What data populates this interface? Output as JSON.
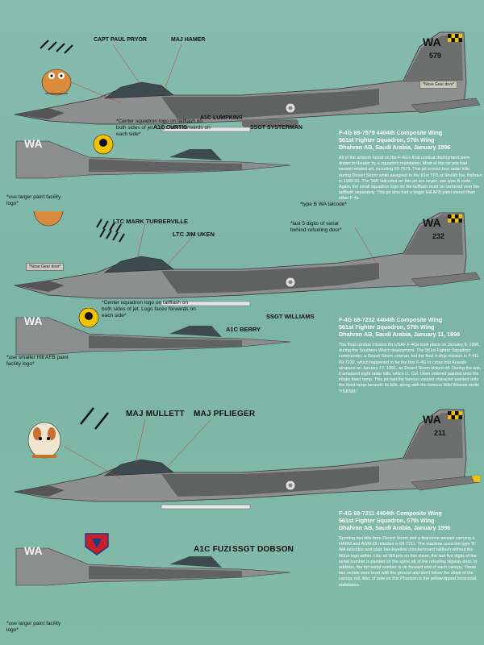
{
  "crews": {
    "jet1": {
      "pilot": "CAPT PAUL PRYOR",
      "wso": "MAJ HAMER",
      "crew1": "A1C CURTIS",
      "crew2": "A1C LUMPKINS",
      "crew3": "SSGT SYSTERMAN"
    },
    "jet2": {
      "pilot": "LTC MARK TURBERVILLE",
      "wso": "LTC JIM UKEN",
      "crew1": "A1C BERRY",
      "crew2": "SSGT WILLIAMS"
    },
    "jet3": {
      "pilot": "MAJ MULLETT",
      "wso": "MAJ PFLIEGER",
      "crew1": "A1C FUZI",
      "crew2": "SSGT DOBSON"
    }
  },
  "tails": {
    "jet1": {
      "code": "WA",
      "serial": "579"
    },
    "jet2": {
      "code": "WA",
      "serial": "232"
    },
    "jet3": {
      "code": "WA",
      "serial": "211"
    }
  },
  "notes": {
    "center_logo_1": "*Center squadron logo on tailflash on both sides of jet. Logo faces forwards on each side*",
    "larger_paint_1": "*use larger paint facility logo*",
    "type_b_wa": "*type B WA talcode*",
    "last5": "*last 5 digits of serial behind refueling door*",
    "center_logo_2": "*Center squadron logo on tailflash on both sides of jet. Logo faces forwards on each side*",
    "smaller_hill": "*use smaller Hill AFB paint facility logo*",
    "larger_paint_2": "*use larger paint facility logo*",
    "nose_gear": "*Nose Gear door*"
  },
  "titles": {
    "jet1": [
      "F-4G 69-7579 4404th Composite Wing",
      "561st Fighter Squadron, 57th Wing",
      "Dhahran AB, Saudi Arabia, January 1996"
    ],
    "jet2": [
      "F-4G 69-7232 4404th Composite Wing",
      "561st Fighter Squadron, 57th Wing",
      "Dhahran AB, Saudi Arabia, January 11, 1996"
    ],
    "jet3": [
      "F-4G 69-7211 4404th Composite Wing",
      "561st Fighter Squadron, 57th Wing",
      "Dhahran AB, Saudi Arabia, January 1996"
    ]
  },
  "bodies": {
    "jet1": "All of the artwork found on the F-4G's final combat deployment were drawn in-theater by a squadron maintainer. Most of the six jets had weasel-related art, including 69-7579. This jet scored four radar kills during Desert Storm while assigned to the 81st TFS at Sheikh Isa, Bahrain in 1990-91. The 'WA' tailcodes on this jet are larger; use type B code. Again, the small squadron logo on the tailflash must be centered over the tailflash separately. This jet also had a larger Hill AFB paint stencil than other F-4s.",
    "jet2": "The final combat mission for USAF F-4Gs took place on January 9, 1996, during the Southern Watch deployment. The 561st Fighter Squadron commander, a Desert Storm veteran, led the final 4-ship mission in F-4G 69-7232, which happened to be the first F-4G to cross into Kuwaiti airspace on January 17, 1991, as Desert Storm kicked off. During the war, it amassed eight radar kills, which Lt. Col. Uken ordered painted onto the intake fixed ramp. This jet had the famous weasel character painted onto the fixed ramp beneath its kills, along with the famous Wild Weasel motto 'YGBSM.'",
    "jet3": "Sporting two kills from Desert Storm and a fearsome weasel carrying a HARM and AGM-65 missiles is 69-7211. The machine used the type 'B' WA tailcodes and plain black/yellow checkerboard tailflash without the 561st logo within. Like all WA jets on this sheet, the last five digits of the serial number is painted on the spine aft of the refueling slipway door. In addition, the full serial number is on forward end of each canopy. These two serials were level with the ground and don't follow the slope of the canopy rail. Also of note on this Phantom is the yellow-tipped horizontal stabilators."
  },
  "colors": {
    "background": "#7fb7a6",
    "jet_dark": "#5d605f",
    "jet_light": "#8a8d8b",
    "text_white": "#ffffff"
  }
}
